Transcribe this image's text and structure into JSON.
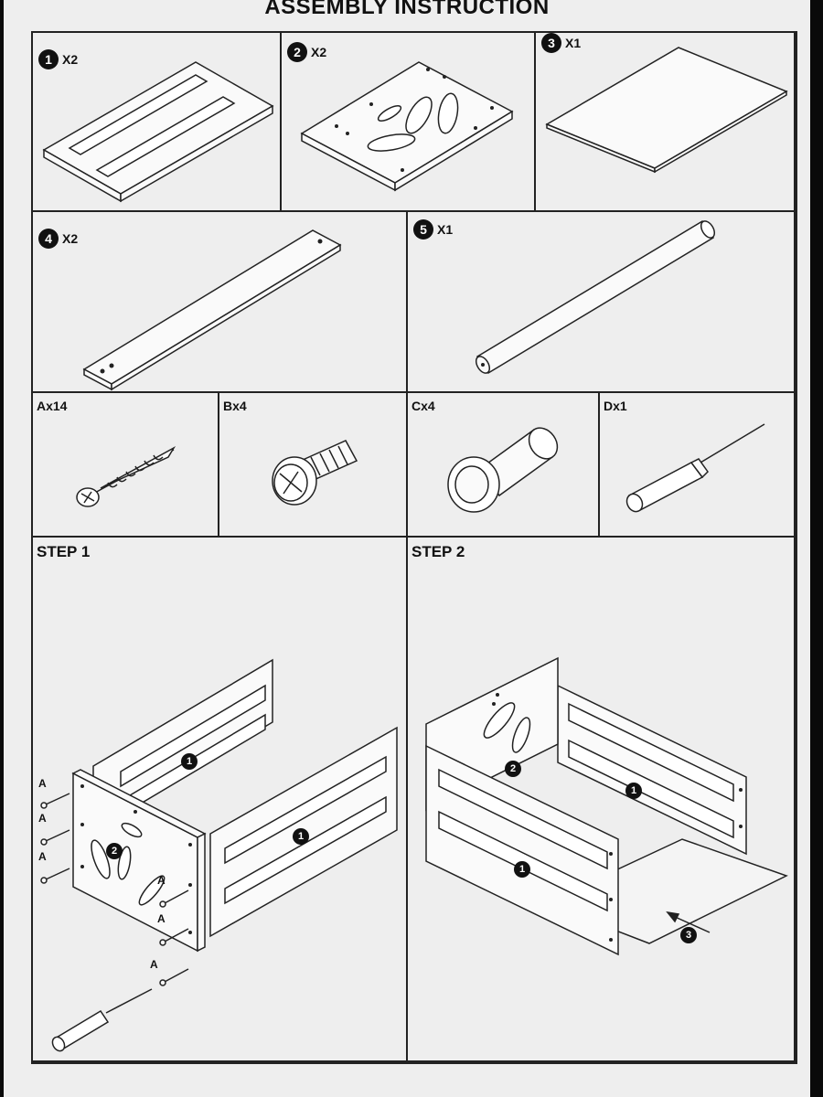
{
  "title": "ASSEMBLY INSTRUCTION",
  "parts": [
    {
      "number": "1",
      "qty": "X2"
    },
    {
      "number": "2",
      "qty": "X2"
    },
    {
      "number": "3",
      "qty": "X1"
    },
    {
      "number": "4",
      "qty": "X2"
    },
    {
      "number": "5",
      "qty": "X1"
    }
  ],
  "hardware": [
    {
      "label": "Ax14"
    },
    {
      "label": "Bx4"
    },
    {
      "label": "Cx4"
    },
    {
      "label": "Dx1"
    }
  ],
  "steps": [
    {
      "label": "STEP 1",
      "screw_letter": "A",
      "callouts": [
        "1",
        "1",
        "2"
      ]
    },
    {
      "label": "STEP 2",
      "callouts": [
        "1",
        "1",
        "2",
        "3"
      ]
    }
  ]
}
